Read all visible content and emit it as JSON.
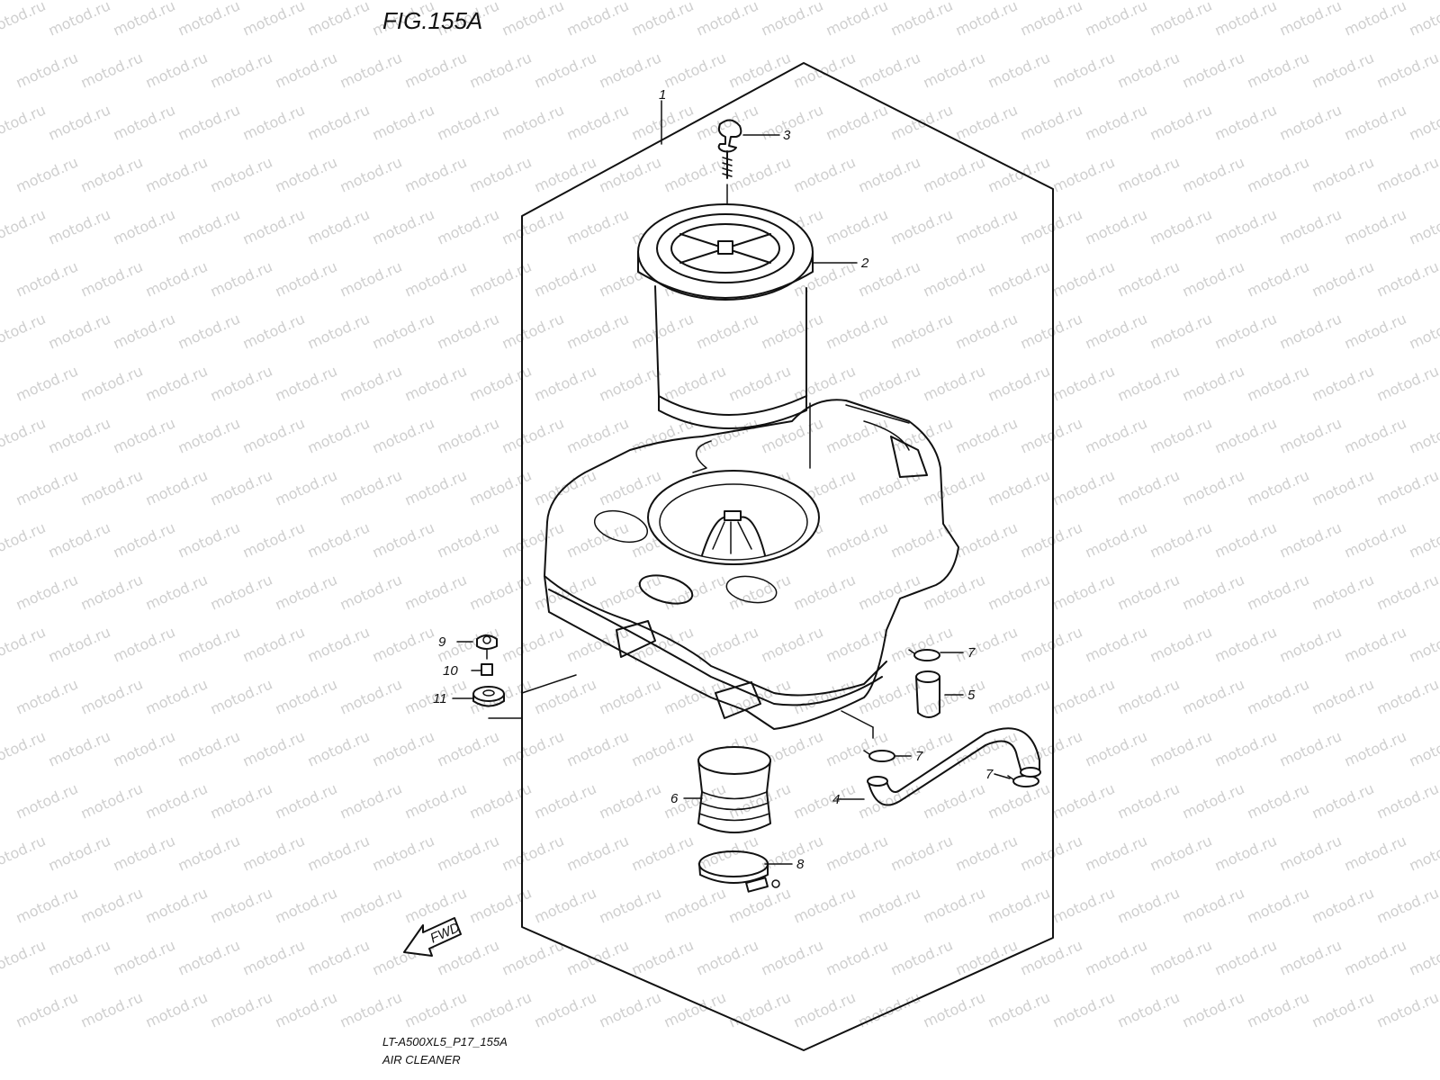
{
  "figure": {
    "title": "FIG.155A",
    "code": "LT-A500XL5_P17_155A",
    "caption": "AIR CLEANER",
    "watermark": "motod.ru",
    "fwd_label": "FWD"
  },
  "callouts": [
    {
      "id": "1",
      "part": "air-cleaner-assembly"
    },
    {
      "id": "2",
      "part": "filter-element"
    },
    {
      "id": "3",
      "part": "wing-bolt"
    },
    {
      "id": "4",
      "part": "breather-hose"
    },
    {
      "id": "5",
      "part": "drain-plug-hose"
    },
    {
      "id": "6",
      "part": "outlet-tube"
    },
    {
      "id": "7",
      "part": "clip"
    },
    {
      "id": "7",
      "part": "clip"
    },
    {
      "id": "7",
      "part": "clip"
    },
    {
      "id": "8",
      "part": "clamp"
    },
    {
      "id": "9",
      "part": "bolt"
    },
    {
      "id": "10",
      "part": "spacer"
    },
    {
      "id": "11",
      "part": "cushion"
    }
  ],
  "colors": {
    "line": "#111111",
    "background": "#ffffff",
    "watermark": "#cfcfcf"
  }
}
